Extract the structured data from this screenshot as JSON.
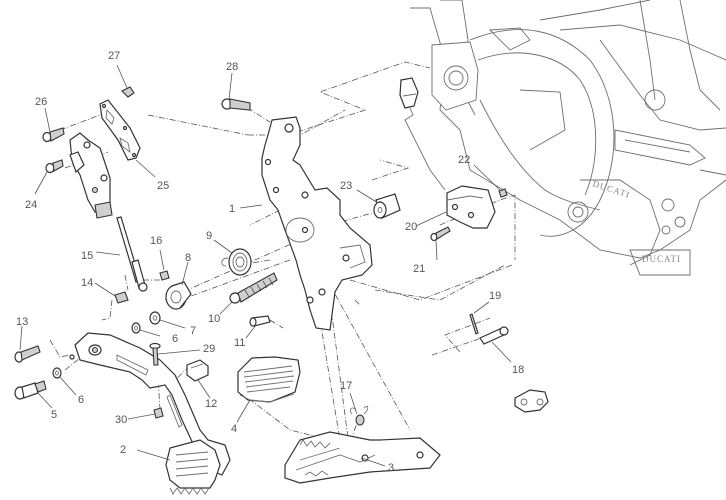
{
  "diagram": {
    "title": "Footrests and rear brake pedal exploded view",
    "engine_logo_text": "DUCATI",
    "colors": {
      "line": "#333333",
      "label": "#555555",
      "background": "#ffffff"
    },
    "callouts": [
      {
        "id": "1",
        "label": "1"
      },
      {
        "id": "2",
        "label": "2"
      },
      {
        "id": "3",
        "label": "3"
      },
      {
        "id": "4",
        "label": "4"
      },
      {
        "id": "5",
        "label": "5"
      },
      {
        "id": "6a",
        "label": "6"
      },
      {
        "id": "6b",
        "label": "6"
      },
      {
        "id": "7",
        "label": "7"
      },
      {
        "id": "8",
        "label": "8"
      },
      {
        "id": "9",
        "label": "9"
      },
      {
        "id": "10",
        "label": "10"
      },
      {
        "id": "11",
        "label": "11"
      },
      {
        "id": "12",
        "label": "12"
      },
      {
        "id": "13",
        "label": "13"
      },
      {
        "id": "14",
        "label": "14"
      },
      {
        "id": "15",
        "label": "15"
      },
      {
        "id": "16",
        "label": "16"
      },
      {
        "id": "17",
        "label": "17"
      },
      {
        "id": "18",
        "label": "18"
      },
      {
        "id": "19",
        "label": "19"
      },
      {
        "id": "20",
        "label": "20"
      },
      {
        "id": "21",
        "label": "21"
      },
      {
        "id": "22",
        "label": "22"
      },
      {
        "id": "23",
        "label": "23"
      },
      {
        "id": "24",
        "label": "24"
      },
      {
        "id": "25",
        "label": "25"
      },
      {
        "id": "26",
        "label": "26"
      },
      {
        "id": "27",
        "label": "27"
      },
      {
        "id": "28",
        "label": "28"
      },
      {
        "id": "29",
        "label": "29"
      },
      {
        "id": "30",
        "label": "30"
      }
    ]
  }
}
